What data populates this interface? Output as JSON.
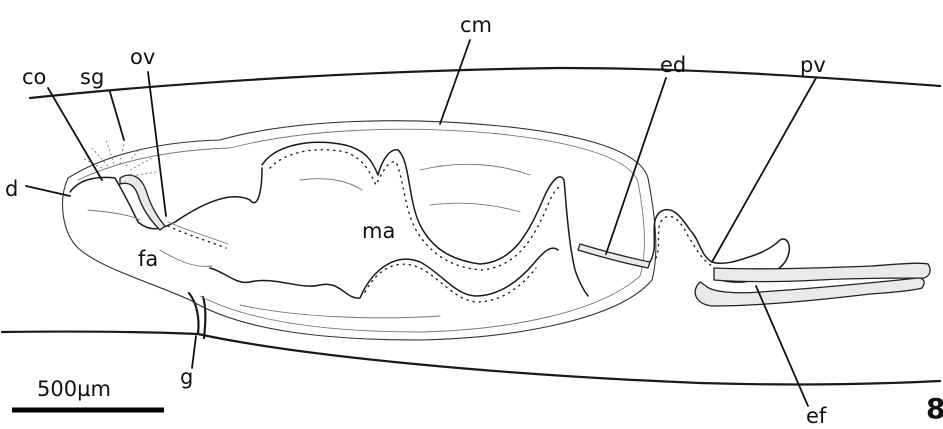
{
  "labels": {
    "co": "co",
    "sg": "sg",
    "ov": "ov",
    "cm": "cm",
    "ed": "ed",
    "pv": "pv",
    "d": "d",
    "fa": "fa",
    "ma": "ma",
    "g": "g",
    "ef": "ef"
  },
  "scale_bar": {
    "label": "500µm"
  },
  "figure_number": "8"
}
